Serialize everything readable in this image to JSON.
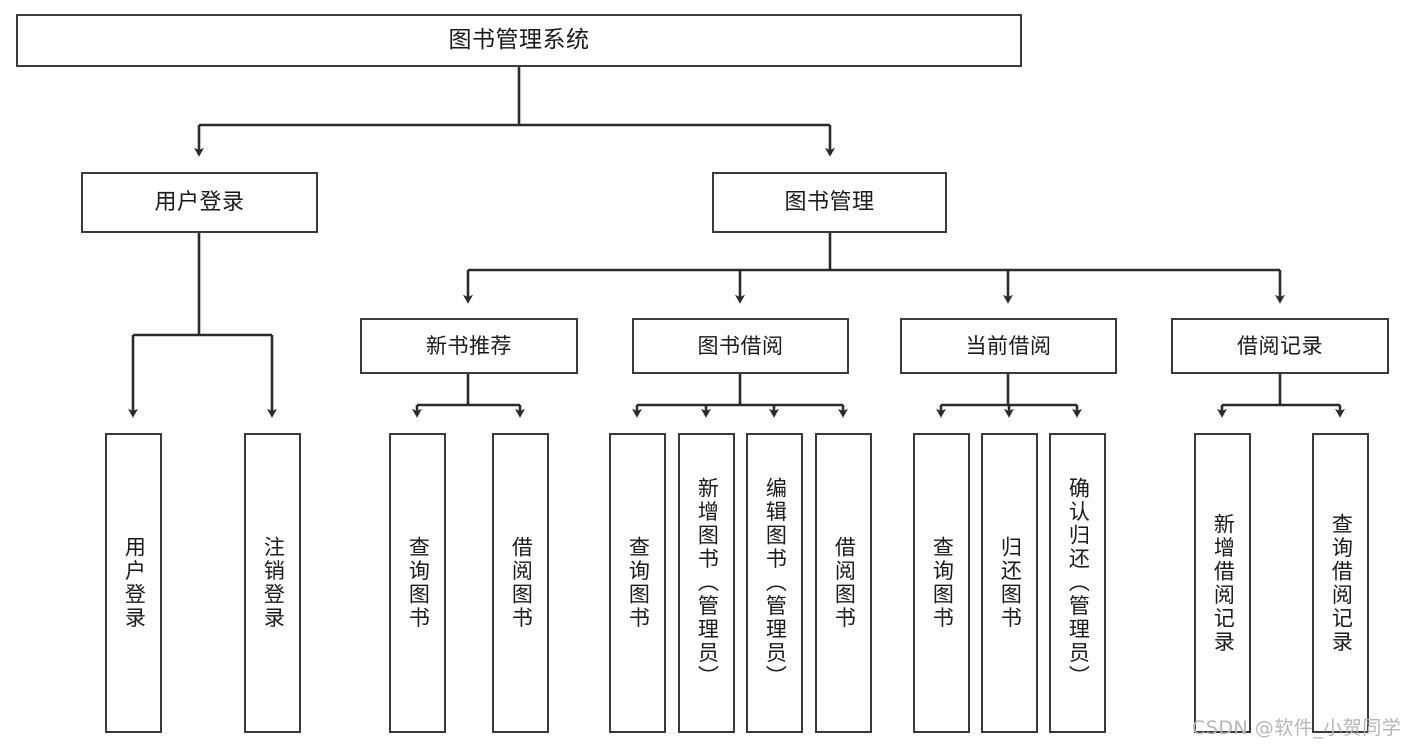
{
  "diagram": {
    "title": "图书管理系统",
    "type": "tree-hierarchy",
    "line_color": "#3a3a3a",
    "box_fill": "#ffffff",
    "text_color": "#1a1a1a",
    "root": {
      "label": "图书管理系统"
    },
    "level2": [
      {
        "label": "用户登录"
      },
      {
        "label": "图书管理"
      }
    ],
    "level3": [
      {
        "label": "新书推荐"
      },
      {
        "label": "图书借阅"
      },
      {
        "label": "当前借阅"
      },
      {
        "label": "借阅记录"
      }
    ],
    "leaves": {
      "user_login": [
        {
          "label": "用户登录"
        },
        {
          "label": "注销登录"
        }
      ],
      "new_book_recommend": [
        {
          "label": "查询图书"
        },
        {
          "label": "借阅图书"
        }
      ],
      "book_borrow": [
        {
          "label": "查询图书"
        },
        {
          "label": "新增图书（管理员）"
        },
        {
          "label": "编辑图书（管理员）"
        },
        {
          "label": "借阅图书"
        }
      ],
      "current_borrow": [
        {
          "label": "查询图书"
        },
        {
          "label": "归还图书"
        },
        {
          "label": "确认归还（管理员）"
        }
      ],
      "borrow_record": [
        {
          "label": "新增借阅记录"
        },
        {
          "label": "查询借阅记录"
        }
      ]
    }
  },
  "watermark": {
    "text": "CSDN @软件_小贺同学"
  }
}
